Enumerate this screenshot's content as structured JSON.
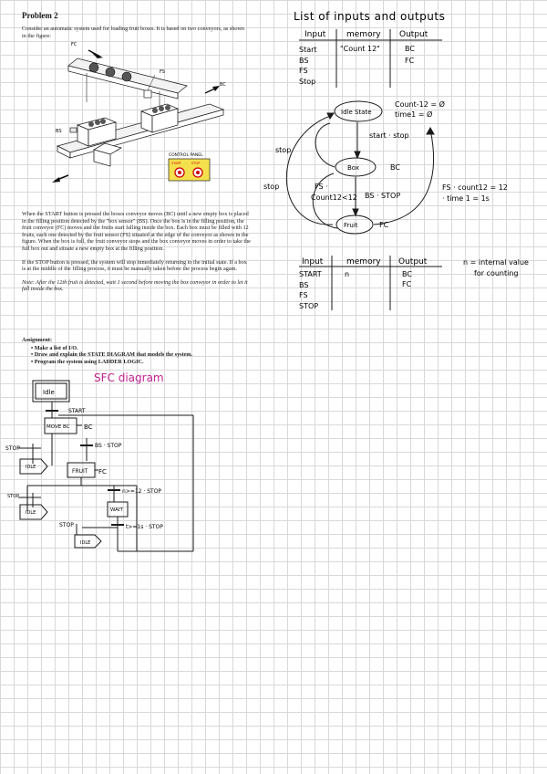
{
  "document": {
    "problem_title": "Problem 2",
    "intro": "Consider an automatic system used for loading fruit boxes. It is based on two conveyors, as shown in the figure:",
    "figure_labels": {
      "fc": "FC",
      "fs": "FS",
      "bc": "BC",
      "bs": "BS",
      "control_panel": "CONTROL PANEL",
      "start": "START",
      "stop": "STOP"
    },
    "paragraph1": "When the START button is pressed the boxes conveyor moves (BC) until a new empty box is placed in the filling position detected by the \"box sensor\" (BS). Once the box is in the filling position, the fruit conveyor (FC) moves and the fruits start falling inside the box. Each box must be filled with 12 fruits, each one detected by the fruit sensor (FS) situated at the edge of the conveyor as shown in the figure. When the box is full, the fruit conveyor stops and the box conveyor moves in order to take the full box out and situate a new empty box at the filling position.",
    "paragraph2": "If the STOP button is pressed, the system will stop inmediately returning to the initial state. If a box is at the middle of the filling process, it must be manually taken before the process begin again.",
    "note": "Note: After the 12th fruit is detected, wait 1 second before moving the box conveyor in order to let it fall inside the box.",
    "assignment_header": "Assignment:",
    "assignment_items": [
      "Make a list of I/O.",
      "Draw and explain the STATE DIAGRAM that models the system.",
      "Program the system using LADDER LOGIC."
    ]
  },
  "io_table_1": {
    "title": "List of inputs and outputs",
    "headers": [
      "Input",
      "memory",
      "Output"
    ],
    "inputs": [
      "Start",
      "BS",
      "FS",
      "Stop"
    ],
    "memory": [
      "\"Count 12\""
    ],
    "outputs": [
      "BC",
      "FC"
    ]
  },
  "state_diagram": {
    "states": [
      "Idle State",
      "Box",
      "Fruit"
    ],
    "state_outputs": {
      "box": "BC",
      "fruit": "FC"
    },
    "reset_annotation": [
      "Count-12 = Ø",
      "time1 = Ø"
    ],
    "transitions": {
      "idle_to_box": "start · stop",
      "box_to_fruit": "BS · STOP",
      "fruit_to_box": [
        "FS ·",
        "Count12<12"
      ],
      "stop_outer": "stop",
      "stop_inner": "stop",
      "fruit_exit": [
        "FS · count12 = 12",
        "· time 1 = 1s"
      ]
    }
  },
  "io_table_2": {
    "headers": [
      "Input",
      "memory",
      "Output"
    ],
    "inputs": [
      "START",
      "BS",
      "FS",
      "STOP"
    ],
    "memory": [
      "n"
    ],
    "outputs": [
      "BC",
      "FC"
    ],
    "note": [
      "n = internal value",
      "for counting"
    ]
  },
  "sfc": {
    "title": "SFC diagram",
    "steps": {
      "idle_initial": "Idle",
      "move_bc": "MOVE BC",
      "fruit": "FRUIT",
      "wait": "WAIT",
      "idle_jump": "IDLE"
    },
    "actions": {
      "move_bc": "BC",
      "fruit": "FC"
    },
    "transitions": {
      "start": "START",
      "bs_stop": "BS · STOP",
      "n_ge_12": "n>=12 · STOP",
      "t_ge_1s": "t>=1s · STOP",
      "stop": "STOP"
    },
    "colors": {
      "title": "#c2238f",
      "ink": "#1a1a1a"
    }
  }
}
